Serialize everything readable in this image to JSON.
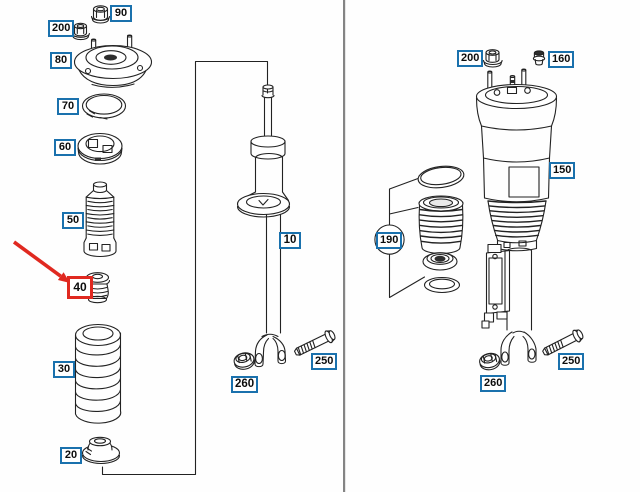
{
  "diagram": {
    "type": "parts-catalog-illustration",
    "highlighted_part": "40",
    "panels": 2
  },
  "colors": {
    "callout_border": "#1a71ad",
    "highlight": "#e02920",
    "line_art": "#222222",
    "divider": "#848484",
    "background": "#fefefe"
  },
  "callouts": {
    "c90": "90",
    "c200_left": "200",
    "c80": "80",
    "c70": "70",
    "c60": "60",
    "c50": "50",
    "c40": "40",
    "c30": "30",
    "c20": "20",
    "c10": "10",
    "c260_left": "260",
    "c250_left": "250",
    "c200_right": "200",
    "c160": "160",
    "c150": "150",
    "c190": "190",
    "c260_right": "260",
    "c250_right": "250"
  }
}
